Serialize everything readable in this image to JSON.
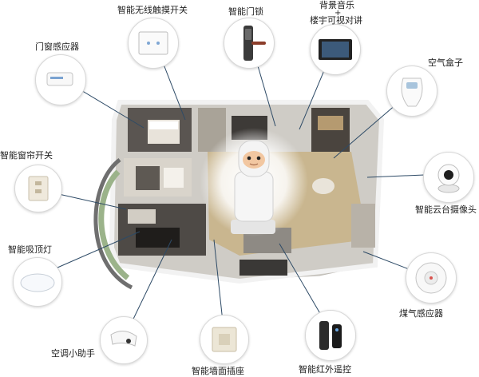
{
  "colors": {
    "connector": "#2d4a66",
    "wall": "#efefef",
    "floor_light": "#d8d4cc",
    "floor_dark": "#4a4a4a",
    "wood": "#b99867",
    "glow": "#ffffff"
  },
  "devices": [
    {
      "id": "wireless-touch-switch",
      "label": "智能无线触摸开关",
      "icon": "touch-switch-icon"
    },
    {
      "id": "smart-lock",
      "label": "智能门锁",
      "icon": "door-lock-icon"
    },
    {
      "id": "bg-music",
      "label_line1": "背景音乐",
      "label_line2": "+",
      "label_line3": "楼宇可视对讲",
      "icon": "intercom-panel-icon"
    },
    {
      "id": "door-window-sensor",
      "label": "门窗感应器",
      "icon": "door-sensor-icon"
    },
    {
      "id": "air-box",
      "label": "空气盒子",
      "icon": "air-box-icon"
    },
    {
      "id": "curtain-switch",
      "label": "智能窗帘开关",
      "icon": "curtain-switch-icon"
    },
    {
      "id": "ptz-camera",
      "label": "智能云台摄像头",
      "icon": "ptz-camera-icon"
    },
    {
      "id": "ceiling-light",
      "label": "智能吸顶灯",
      "icon": "ceiling-light-icon"
    },
    {
      "id": "gas-sensor",
      "label": "煤气感应器",
      "icon": "gas-sensor-icon"
    },
    {
      "id": "ac-helper",
      "label": "空调小助手",
      "icon": "ac-helper-icon"
    },
    {
      "id": "wall-socket",
      "label": "智能墙面插座",
      "icon": "wall-socket-icon"
    },
    {
      "id": "ir-remote",
      "label": "智能红外遥控",
      "icon": "ir-remote-icon"
    }
  ],
  "robot": {
    "icon": "robot-icon"
  }
}
